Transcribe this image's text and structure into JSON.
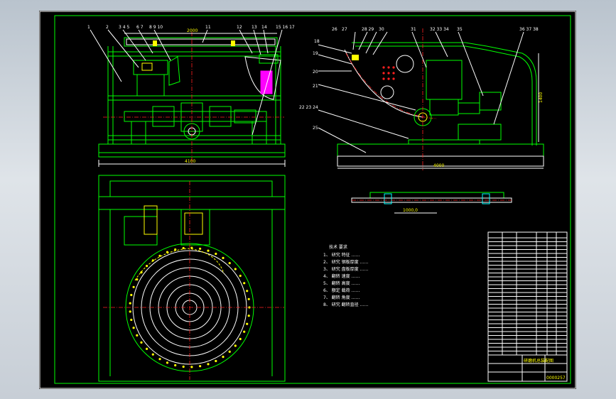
{
  "drawing": {
    "callouts_front": [
      "1",
      "2",
      "3 4 5",
      "6 7",
      "8 9 10",
      "11",
      "12",
      "13",
      "14",
      "15 16 17"
    ],
    "callouts_side": [
      "18",
      "26",
      "27",
      "28 29",
      "30",
      "31",
      "32 33 34",
      "35",
      "36 37 38",
      "19",
      "20",
      "21",
      "22 23 24",
      "25"
    ],
    "dims": {
      "front_top": "2000",
      "front_bottom": "4100",
      "side_bottom": "4000",
      "side_right": "1400",
      "section": "1000,0"
    },
    "notes": [
      "技术  要求",
      "1、  研究  特征 ……",
      "2、  研究  钢板厚度 ……",
      "3、  研究  盘板厚度 ……",
      "4、  翻转  速度 ……",
      "5、  翻转  高度 ……",
      "6、  额定  载荷 ……",
      "7、  翻转  角度 ……",
      "8、  研究  翻转直径 ……"
    ],
    "title_block": {
      "name": "研磨机总装配图",
      "drawing_no": "0000257"
    }
  },
  "colors": {
    "line": "#00ff00",
    "text": "#ffffff",
    "accent": "#ffff00",
    "center": "#ff2020",
    "hidden": "#00ffff",
    "highlight": "#ff00ff"
  }
}
